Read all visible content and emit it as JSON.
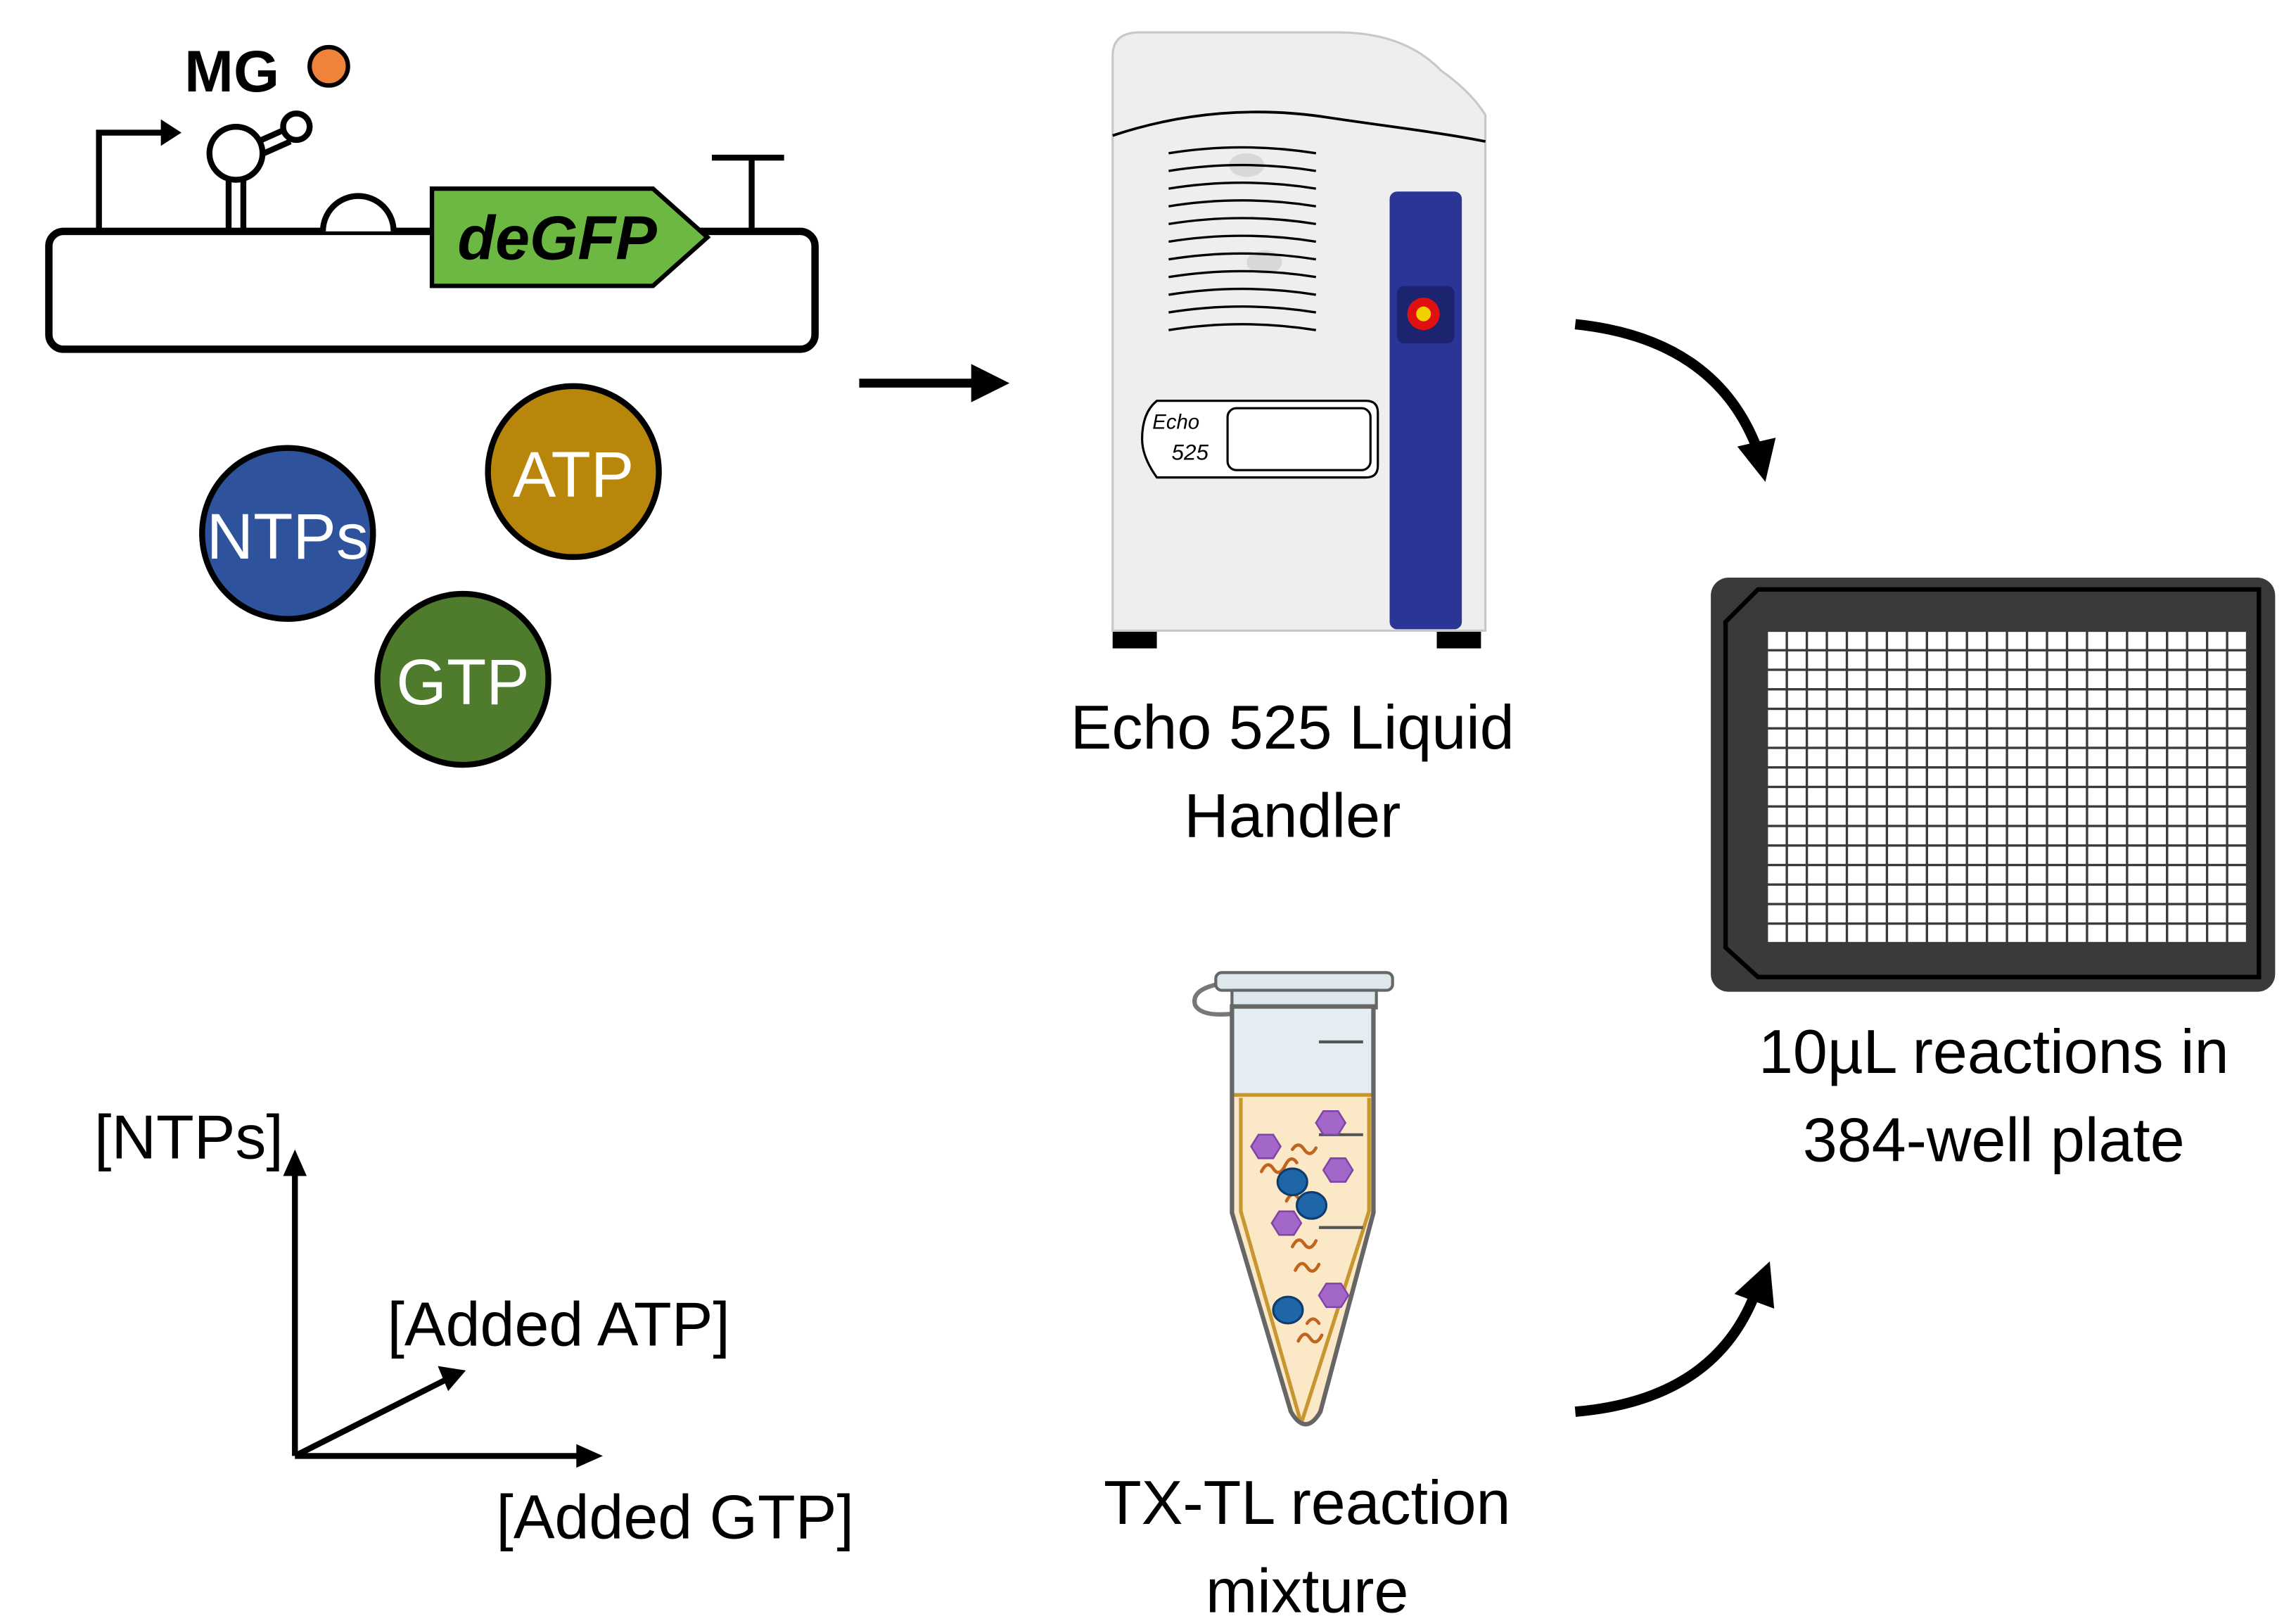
{
  "construct": {
    "mg_label": "MG",
    "gene_label": "deGFP",
    "colors": {
      "gene_fill": "#6db843",
      "mg_dot": "#f0833a"
    }
  },
  "reagents": [
    {
      "label": "NTPs",
      "color": "#2f529c"
    },
    {
      "label": "ATP",
      "color": "#b8860b"
    },
    {
      "label": "GTP",
      "color": "#4e7c2c"
    }
  ],
  "machine": {
    "brand": "Echo",
    "model": "525",
    "caption_line1": "Echo 525 Liquid",
    "caption_line2": "Handler",
    "colors": {
      "panel": "#2b3596",
      "button_outer": "#e01010",
      "button_inner": "#f2d000"
    }
  },
  "plate": {
    "caption_line1": "10µL reactions in",
    "caption_line2": "384-well plate",
    "rows": 16,
    "columns": 24,
    "colors": {
      "frame": "#3a3a3a",
      "wells": "#ffffff"
    }
  },
  "tube": {
    "caption_line1": "TX-TL reaction",
    "caption_line2": "mixture",
    "colors": {
      "liquid": "#fbe8c6",
      "protein": "#a366c9",
      "ribosome": "#1f66a8",
      "rna": "#c0641e"
    }
  },
  "axes": {
    "y_label": "[NTPs]",
    "diagonal_label": "[Added ATP]",
    "x_label": "[Added GTP]"
  }
}
